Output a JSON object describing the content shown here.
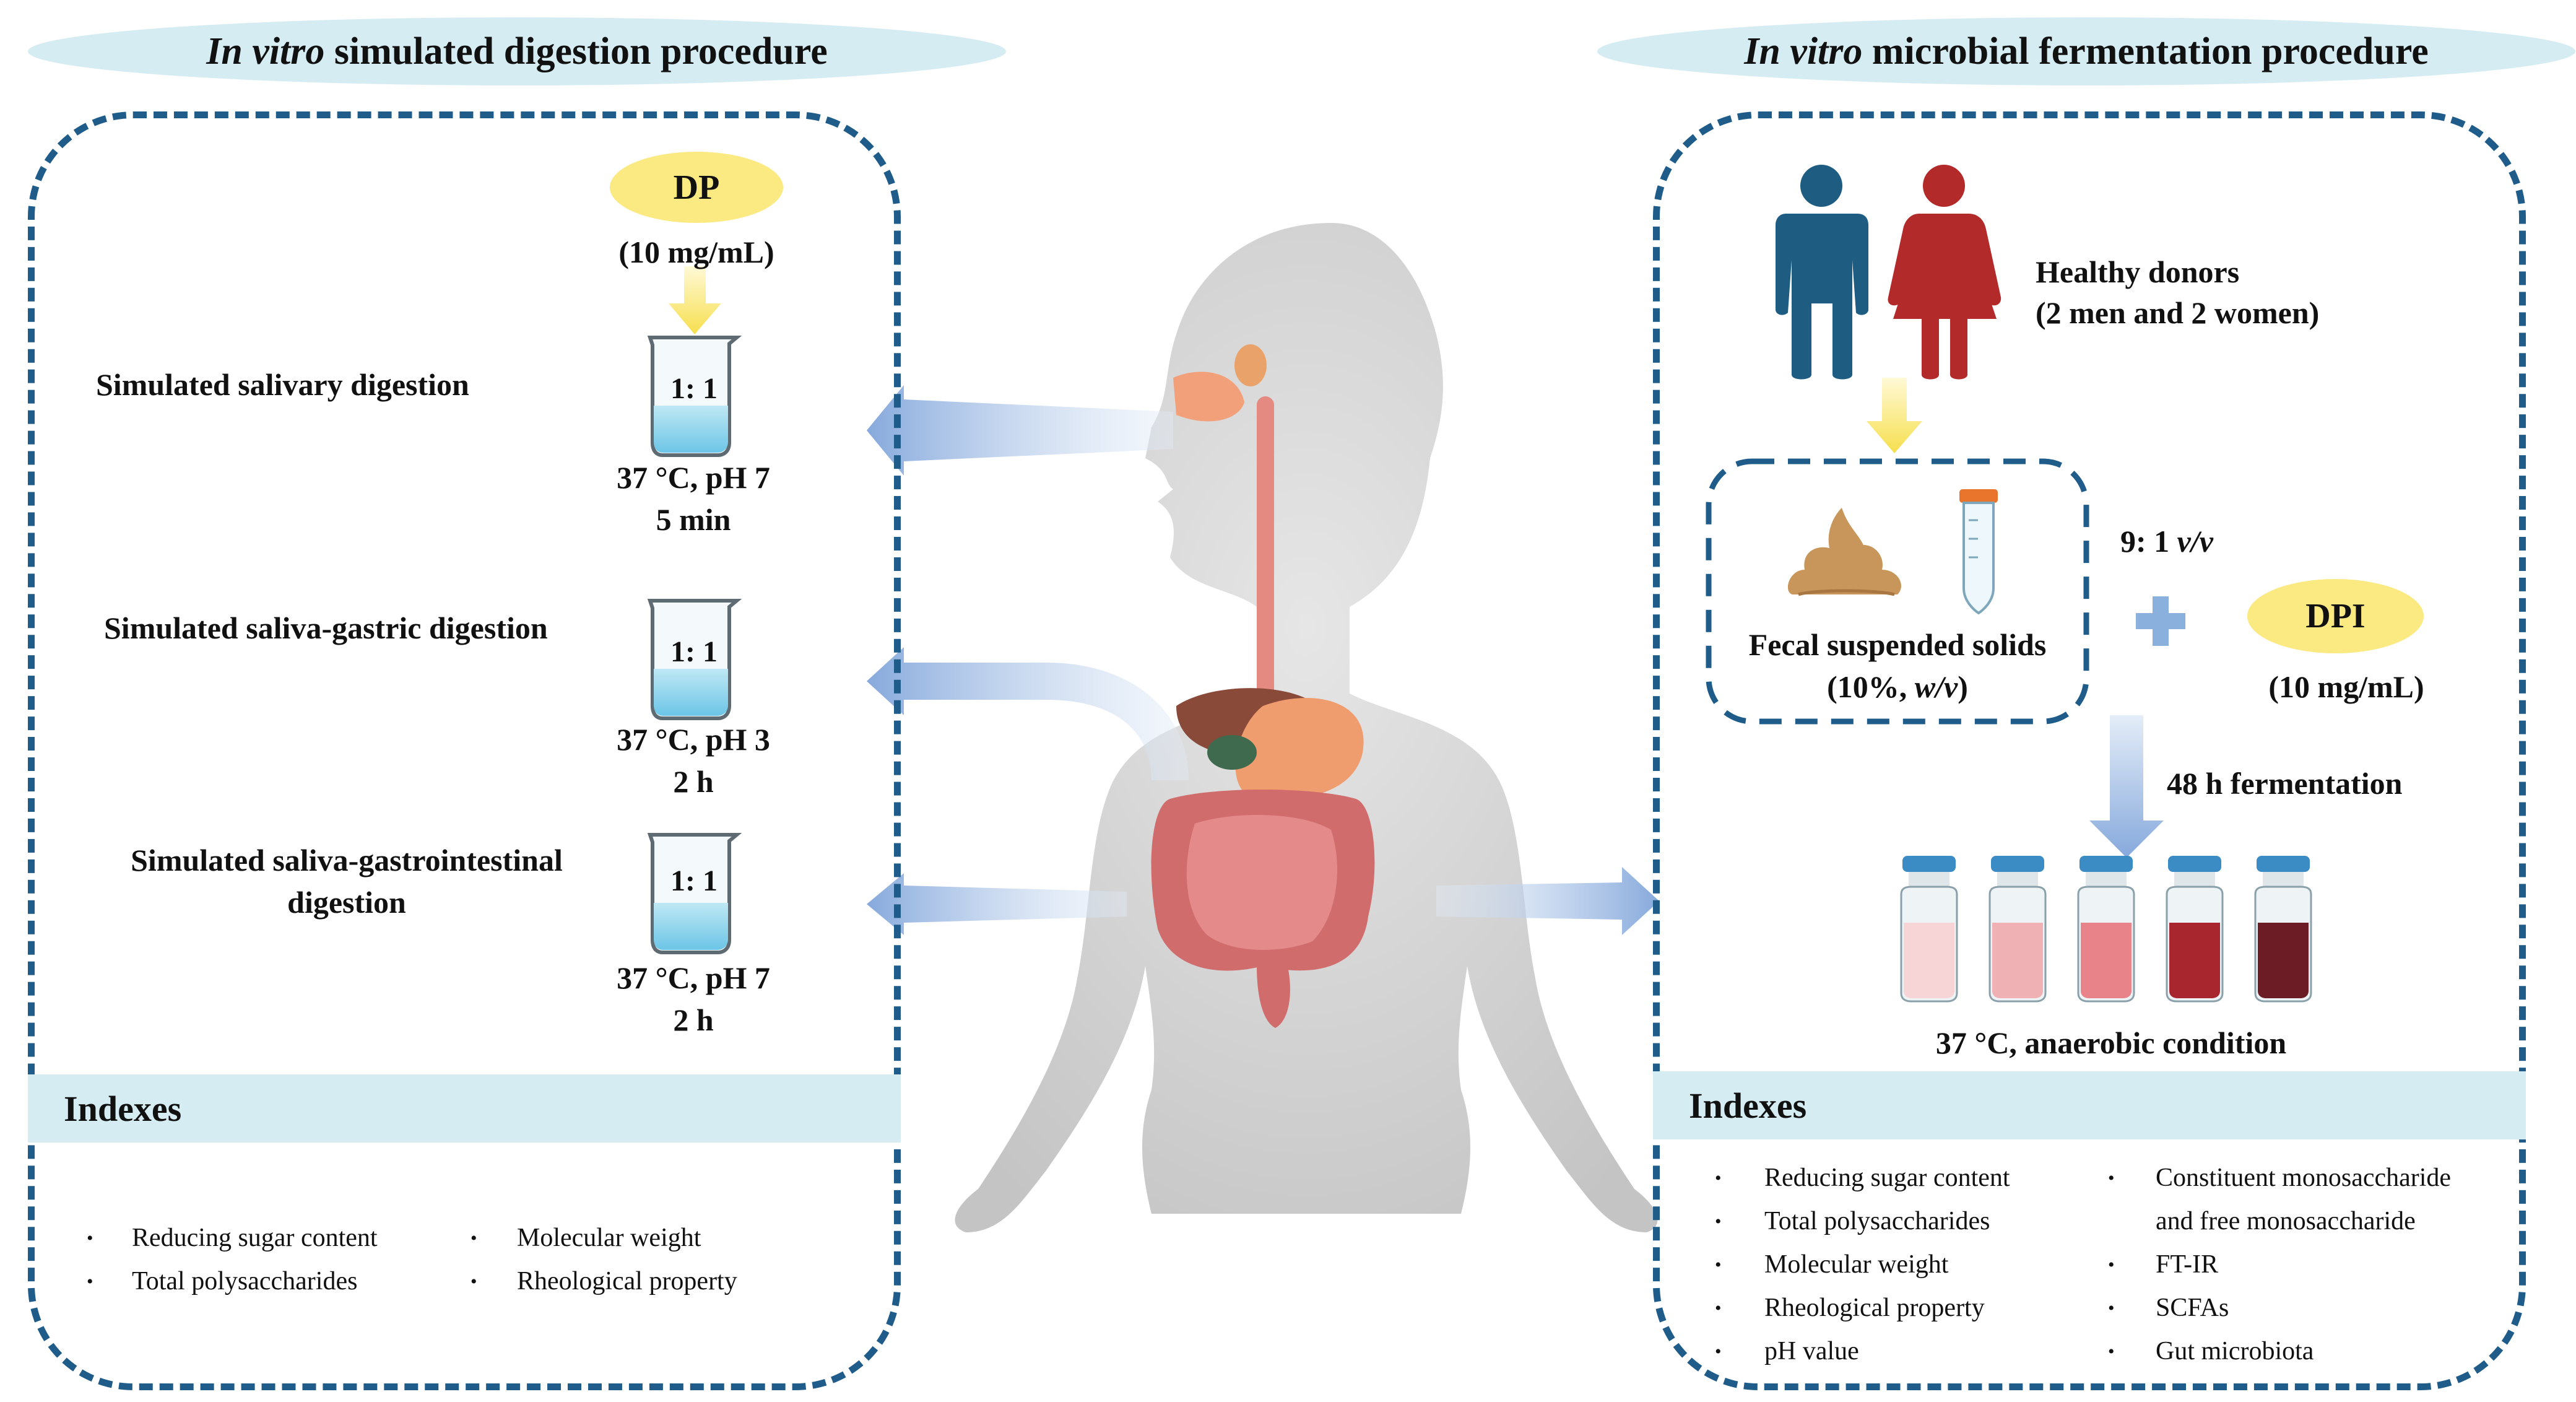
{
  "left_title_italic": "In vitro",
  "left_title_rest": " simulated digestion procedure",
  "right_title_italic": "In vitro",
  "right_title_rest": " microbial fermentation procedure",
  "dp_label": "DP",
  "dp_concentration": "(10 mg/mL)",
  "steps": [
    {
      "name": "Simulated salivary digestion",
      "ratio": "1: 1",
      "cond1": "37 °C, pH 7",
      "cond2": "5 min"
    },
    {
      "name": "Simulated saliva-gastric digestion",
      "ratio": "1: 1",
      "cond1": "37 °C, pH 3",
      "cond2": "2 h"
    },
    {
      "name_line1": "Simulated saliva-gastrointestinal",
      "name_line2": "digestion",
      "ratio": "1: 1",
      "cond1": "37 °C, pH 7",
      "cond2": "2 h"
    }
  ],
  "left_indexes": {
    "title": "Indexes",
    "col1": [
      "Reducing sugar content",
      "Total polysaccharides"
    ],
    "col2": [
      "Molecular weight",
      "Rheological property"
    ]
  },
  "donors_line1": "Healthy donors",
  "donors_line2": "(2 men and 2 women)",
  "fecal_line1": "Fecal suspended solids",
  "fecal_line2_pre": "(10%, ",
  "fecal_line2_ital": "w/v",
  "fecal_line2_post": ")",
  "ratio_pre": "9: 1 ",
  "ratio_ital": "v/v",
  "dpi_label": "DPI",
  "dpi_concentration": "(10 mg/mL)",
  "fermentation": "48 h fermentation",
  "condition": "37 °C, anaerobic condition",
  "right_indexes": {
    "title": "Indexes",
    "col1": [
      "Reducing sugar content",
      "Total polysaccharides",
      "Molecular weight",
      "Rheological property",
      "pH value"
    ],
    "col2": [
      "Constituent monosaccharide",
      "and free monosaccharide",
      "FT-IR",
      "SCFAs",
      "Gut microbiota"
    ]
  },
  "colors": {
    "panel_border": "#1f5c8a",
    "title_fill": "#d6ecf3",
    "yellow": "#fbe982",
    "male": "#1e5c82",
    "female": "#b22a2a"
  },
  "icons": [
    "beaker-icon",
    "male-figure-icon",
    "female-figure-icon",
    "stool-icon",
    "test-tube-icon",
    "plus-icon",
    "vial-icon",
    "human-body-icon",
    "arrow-icon"
  ]
}
